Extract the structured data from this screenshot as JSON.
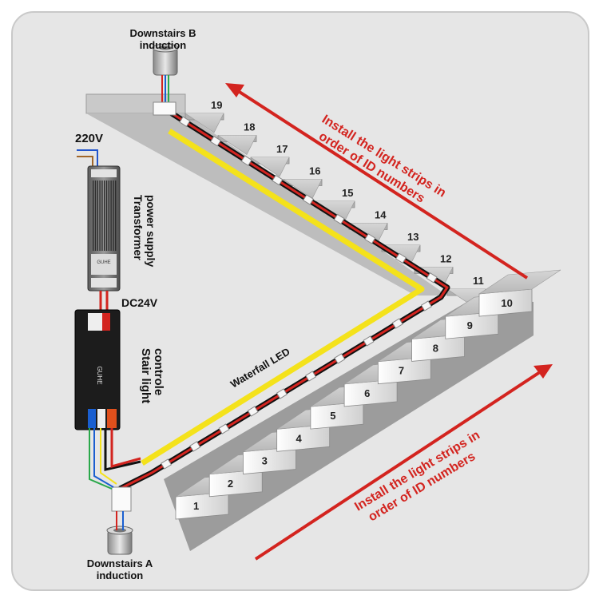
{
  "labels": {
    "sensor_b": [
      "Downstairs B",
      "induction"
    ],
    "sensor_a": [
      "Downstairs A",
      "induction"
    ],
    "ac_input": "220V",
    "power_supply": [
      "Transformer",
      "power supply"
    ],
    "dc_output": "DC24V",
    "controller": [
      "Stair light",
      "controle"
    ],
    "waterfall": "Waterfall LED",
    "install_top": [
      "Install the light strips in",
      "order of ID numbers"
    ],
    "install_bottom": [
      "Install the light strips in",
      "order of ID numbers"
    ]
  },
  "device_text": {
    "psu_brand": "GUHE",
    "ctrl_brand": "GUHE"
  },
  "step_ids": [
    "1",
    "2",
    "3",
    "4",
    "5",
    "6",
    "7",
    "8",
    "9",
    "10",
    "11",
    "12",
    "13",
    "14",
    "15",
    "16",
    "17",
    "18",
    "19"
  ],
  "colors": {
    "arrow": "#d3241f",
    "waterfall_led": "#f4e21b",
    "background": "#e6e6e6"
  },
  "icons": {
    "sensor": "round-sensor-icon",
    "arrow": "long-arrow-icon"
  }
}
